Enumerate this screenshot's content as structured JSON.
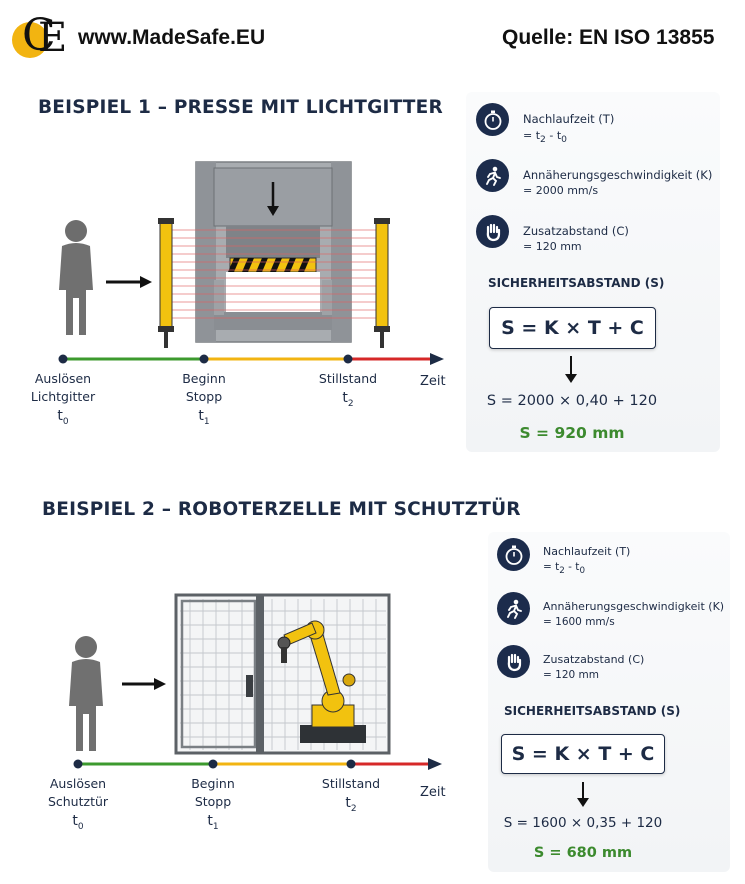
{
  "header": {
    "website": "www.MadeSafe.EU",
    "source": "Quelle: EN ISO 13855",
    "logo_letters": "CE"
  },
  "colors": {
    "navy": "#1c2c4c",
    "green": "#3c8a2e",
    "yellow": "#f2b411",
    "red": "#d62828"
  },
  "examples": [
    {
      "title": "BEISPIEL 1 – PRESSE MIT LICHTGITTER",
      "params": [
        {
          "icon": "stopwatch-icon",
          "name": "Nachlaufzeit (T)",
          "value_prefix": "= t",
          "sub_a": "2",
          "mid": " - t",
          "sub_b": "0"
        },
        {
          "icon": "running-person-icon",
          "name": "Annäherungsgeschwindigkeit (K)",
          "value": "= 2000 mm/s"
        },
        {
          "icon": "hand-icon",
          "name": "Zusatzabstand (C)",
          "value": "= 120 mm"
        }
      ],
      "safety_title": "SICHERHEITSABSTAND (S)",
      "formula": "S = K × T + C",
      "calculation": "S = 2000 × 0,40 + 120",
      "result": "S = 920 mm",
      "timeline": {
        "points": [
          {
            "label_line1": "Auslösen",
            "label_line2": "Lichtgitter",
            "t": "t",
            "sub": "0"
          },
          {
            "label_line1": "Beginn",
            "label_line2": "Stopp",
            "t": "t",
            "sub": "1"
          },
          {
            "label_line1": "Stillstand",
            "label_line2": "",
            "t": "t",
            "sub": "2"
          }
        ],
        "axis_label": "Zeit"
      }
    },
    {
      "title": "BEISPIEL 2 – ROBOTERZELLE MIT SCHUTZTÜR",
      "params": [
        {
          "icon": "stopwatch-icon",
          "name": "Nachlaufzeit (T)",
          "value_prefix": "= t",
          "sub_a": "2",
          "mid": " - t",
          "sub_b": "0"
        },
        {
          "icon": "running-person-icon",
          "name": "Annäherungsgeschwindigkeit (K)",
          "value": "= 1600 mm/s"
        },
        {
          "icon": "hand-icon",
          "name": "Zusatzabstand (C)",
          "value": "= 120 mm"
        }
      ],
      "safety_title": "SICHERHEITSABSTAND (S)",
      "formula": "S = K × T + C",
      "calculation": "S = 1600 × 0,35 + 120",
      "result": "S = 680 mm",
      "timeline": {
        "points": [
          {
            "label_line1": "Auslösen",
            "label_line2": "Schutztür",
            "t": "t",
            "sub": "0"
          },
          {
            "label_line1": "Beginn",
            "label_line2": "Stopp",
            "t": "t",
            "sub": "1"
          },
          {
            "label_line1": "Stillstand",
            "label_line2": "",
            "t": "t",
            "sub": "2"
          }
        ],
        "axis_label": "Zeit"
      }
    }
  ]
}
